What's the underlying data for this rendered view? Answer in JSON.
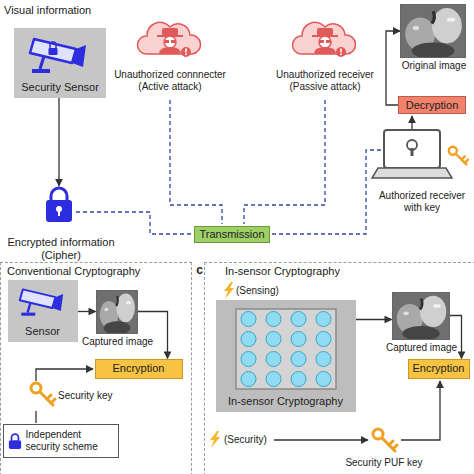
{
  "diagram": {
    "nodes": [
      {
        "text": [
          "Security Sensor"
        ]
      },
      {
        "text": [
          "Original image"
        ]
      },
      {
        "text": [
          "Transmission"
        ]
      },
      {
        "text": [
          "Decryption"
        ]
      },
      {
        "text": [
          "Conventional Cryptography"
        ]
      },
      {
        "text": [
          "Sensor"
        ],
        "in": 4
      },
      {
        "text": [
          "Captured image"
        ],
        "in": 4
      },
      {
        "text": [
          "Encryption"
        ],
        "in": 4
      },
      {
        "text": [
          "Independent security scheme"
        ],
        "in": 4
      },
      {
        "text": [
          "In-sensor Cryptography"
        ]
      },
      {
        "text": [
          "In-sensor Cryptography"
        ],
        "in": 9
      },
      {
        "text": [
          "Captured image"
        ],
        "in": 9
      },
      {
        "text": [
          "Encryption"
        ],
        "in": 9
      }
    ],
    "edges": [
      {
        "from": 5,
        "to": 6,
        "arrow": "to"
      },
      {
        "from": 6,
        "to": 7,
        "arrow": "to"
      },
      {
        "from": 10,
        "to": 11,
        "arrow": "to"
      },
      {
        "from": 11,
        "to": 12,
        "arrow": "to"
      },
      {
        "from": 3,
        "to": 1,
        "arrow": "to"
      }
    ],
    "labels": [
      "Visual information",
      "Encrypted information (Cipher)",
      "Unauthorized connnecter",
      "(Active attack)",
      "Unauthorized receiver",
      "(Passive attack)",
      "Authorized receiver",
      "with key",
      "c",
      "Security key",
      "(Sensing)",
      "(Security)",
      "Security PUF key"
    ]
  }
}
